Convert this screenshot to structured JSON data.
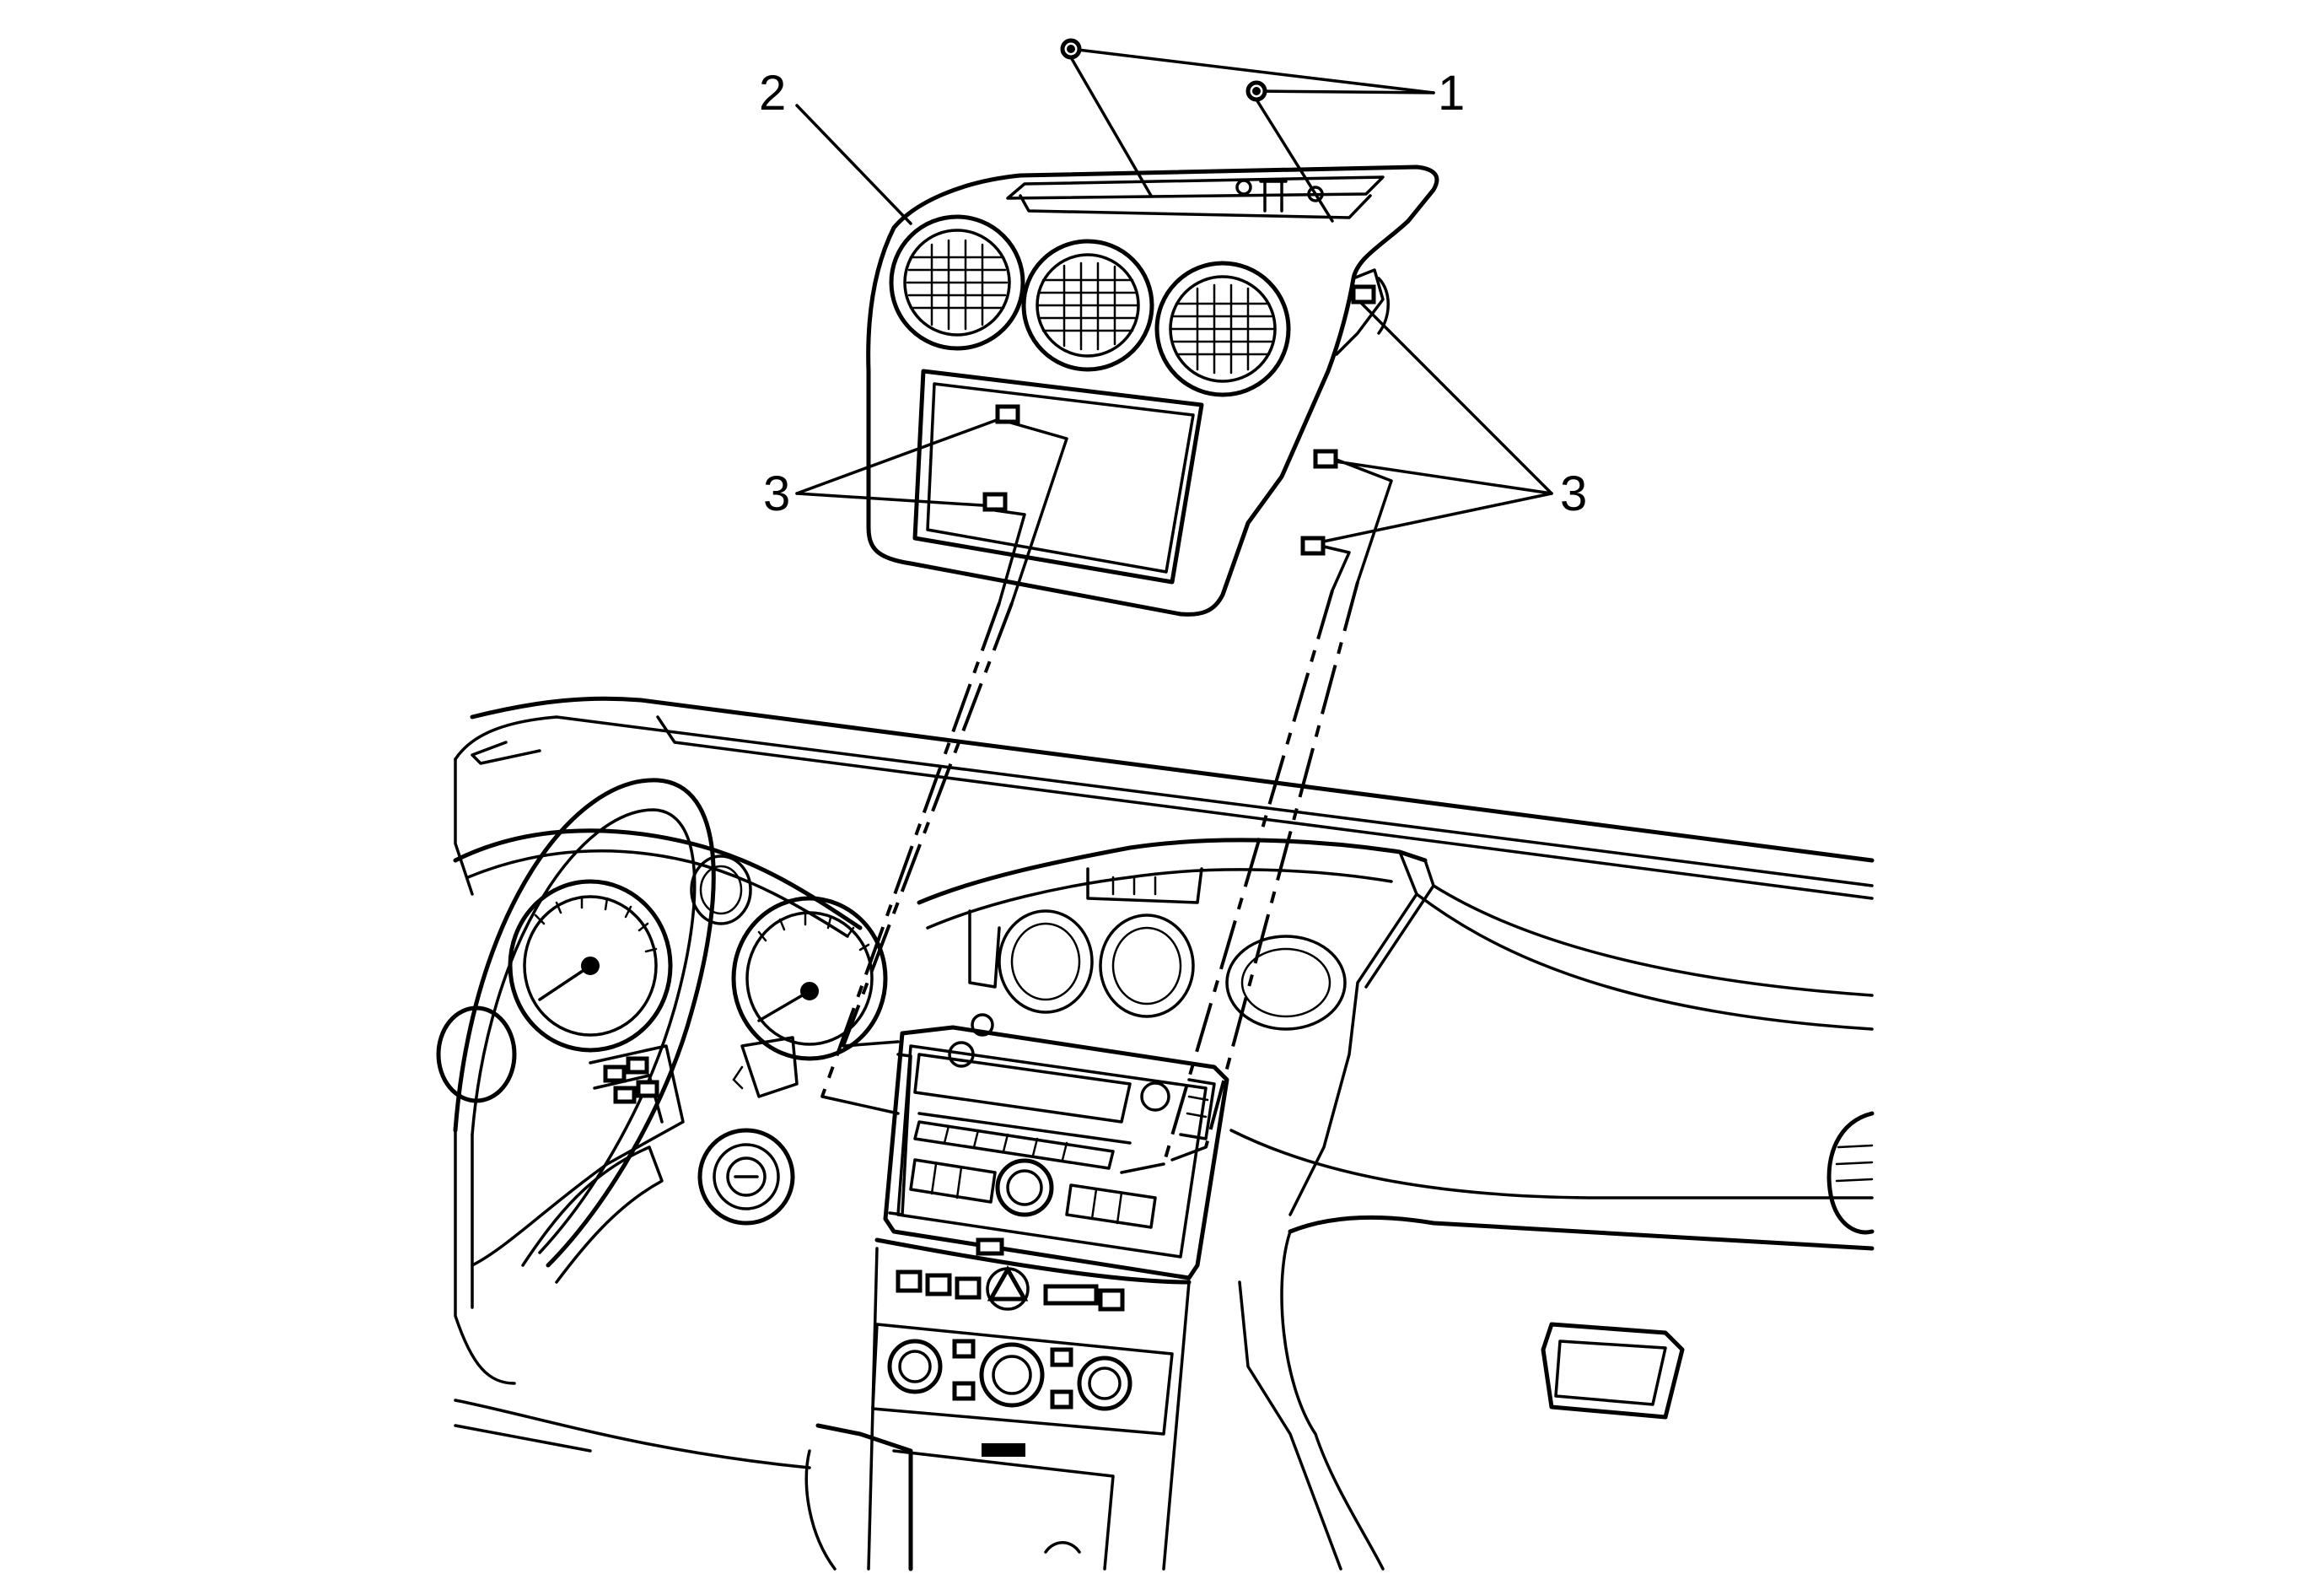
{
  "callouts": {
    "c1": "1",
    "c2": "2",
    "c3_left": "3",
    "c3_right": "3"
  },
  "colors": {
    "line": "#000000",
    "background": "#ffffff"
  }
}
